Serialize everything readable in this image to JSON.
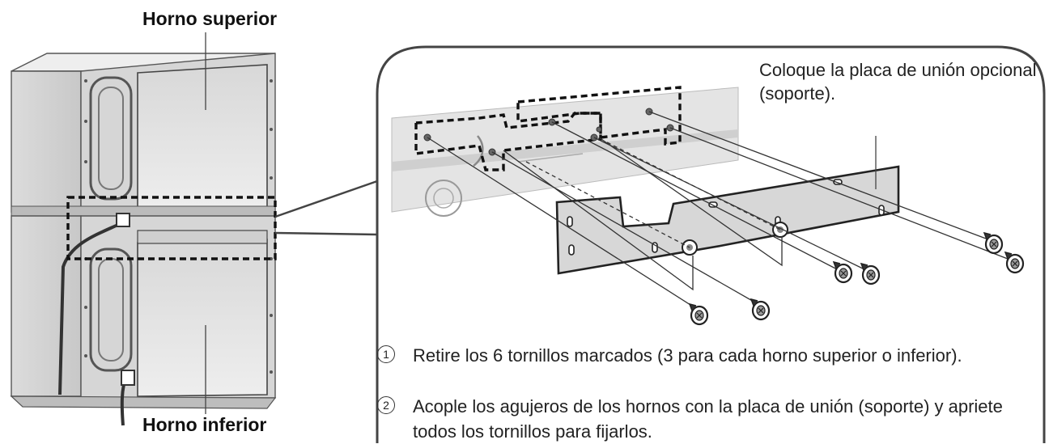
{
  "labels": {
    "upper_oven": "Horno superior",
    "lower_oven": "Horno inferior"
  },
  "detail": {
    "caption": "Coloque la placa de unión opcional (soporte)."
  },
  "steps": [
    {
      "number": "1",
      "text": "Retire los 6 tornillos marcados (3 para cada horno superior o inferior)."
    },
    {
      "number": "2",
      "text": "Acople los agujeros de los hornos con la placa de unión (soporte) y apriete todos los tornillos para fijarlos."
    }
  ],
  "colors": {
    "line": "#222222",
    "panel_fill": "#e6e6e6",
    "plate_fill": "#d9d9d9",
    "background": "#ffffff"
  }
}
